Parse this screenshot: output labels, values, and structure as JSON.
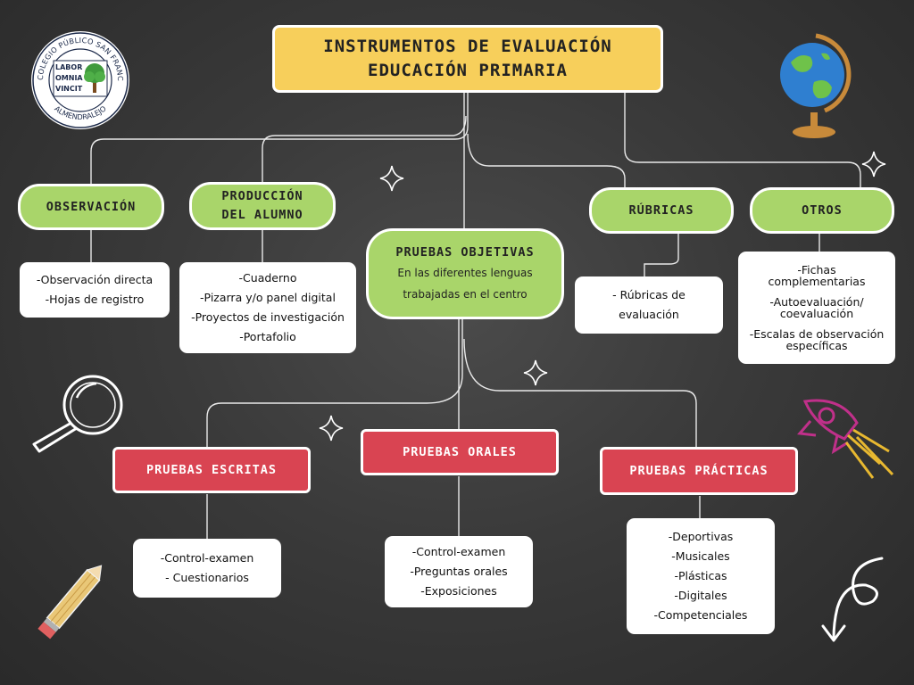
{
  "title": {
    "line1": "INSTRUMENTOS DE EVALUACIÓN",
    "line2": "EDUCACIÓN PRIMARIA"
  },
  "logo": {
    "ring_text": "COLEGIO PÚBLICO SAN FRANCISCO",
    "bottom_text": "ALMENDRALEJO",
    "motto": [
      "LABOR",
      "OMNIA",
      "VINCIT"
    ]
  },
  "categories": {
    "observacion": {
      "label": "OBSERVACIÓN",
      "items": [
        "-Observación directa",
        "-Hojas de registro"
      ]
    },
    "produccion": {
      "label_line1": "PRODUCCIÓN",
      "label_line2": "DEL ALUMNO",
      "items": [
        "-Cuaderno",
        "-Pizarra y/o panel digital",
        "-Proyectos de investigación",
        "-Portafolio"
      ]
    },
    "pruebas_objetivas": {
      "label": "PRUEBAS OBJETIVAS",
      "sub_line1": "En las diferentes lenguas",
      "sub_line2": "trabajadas en el centro"
    },
    "rubricas": {
      "label": "RÚBRICAS",
      "items": [
        "- Rúbricas de",
        "evaluación"
      ]
    },
    "otros": {
      "label": "OTROS",
      "items": [
        "-Fichas",
        "complementarias",
        "-Autoevaluación/",
        "coevaluación",
        "-Escalas de observación",
        "específicas"
      ]
    },
    "escritas": {
      "label": "PRUEBAS ESCRITAS",
      "items": [
        "-Control-examen",
        "- Cuestionarios"
      ]
    },
    "orales": {
      "label": "PRUEBAS ORALES",
      "items": [
        "-Control-examen",
        "-Preguntas orales",
        "-Exposiciones"
      ]
    },
    "practicas": {
      "label": "PRUEBAS PRÁCTICAS",
      "items": [
        "-Deportivas",
        "-Musicales",
        "-Plásticas",
        "-Digitales",
        "-Competenciales"
      ]
    }
  },
  "colors": {
    "title_fill": "#f7cf5b",
    "green_fill": "#a9d56a",
    "red_fill": "#d94452",
    "board": "#3a3a3a"
  },
  "decorations": [
    "globe-icon",
    "magnifier-icon",
    "rocket-icon",
    "pencil-icon",
    "swirl-arrow-icon",
    "sparkle-icon"
  ]
}
